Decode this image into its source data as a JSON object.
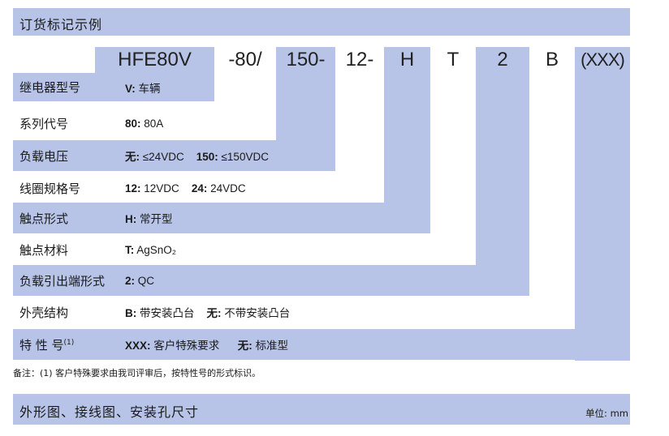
{
  "header": {
    "title": "订货标记示例"
  },
  "codes": [
    {
      "text": "HFE80V"
    },
    {
      "text": "-80/"
    },
    {
      "text": "150-"
    },
    {
      "text": "12-"
    },
    {
      "text": "H"
    },
    {
      "text": "T"
    },
    {
      "text": "2"
    },
    {
      "text": "B"
    },
    {
      "text": "(XXX)"
    }
  ],
  "rows": [
    {
      "label": "继电器型号",
      "items": [
        {
          "code": "V:",
          "text": "车辆"
        }
      ]
    },
    {
      "label": "系列代号",
      "items": [
        {
          "code": "80:",
          "text": "80A"
        }
      ]
    },
    {
      "label": "负载电压",
      "items": [
        {
          "code": "无:",
          "text": "≤24VDC"
        },
        {
          "code": "150:",
          "text": "≤150VDC"
        }
      ]
    },
    {
      "label": "线圈规格号",
      "items": [
        {
          "code": "12:",
          "text": "12VDC"
        },
        {
          "code": "24:",
          "text": "24VDC"
        }
      ]
    },
    {
      "label": "触点形式",
      "items": [
        {
          "code": "H:",
          "text": "常开型"
        }
      ]
    },
    {
      "label": "触点材料",
      "items": [
        {
          "code": "T:",
          "text": "AgSnO₂"
        }
      ]
    },
    {
      "label": "负载引出端形式",
      "items": [
        {
          "code": "2:",
          "text": "QC"
        }
      ]
    },
    {
      "label": "外壳结构",
      "items": [
        {
          "code": "B:",
          "text": "带安装凸台"
        },
        {
          "code": "无:",
          "text": "不带安装凸台"
        }
      ]
    },
    {
      "label": "特 性 号",
      "label_sup": "(1)",
      "items": [
        {
          "code": "XXX:",
          "text": "客户特殊要求"
        },
        {
          "code": "无:",
          "text": "标准型"
        }
      ]
    }
  ],
  "note": "备注：(1) 客户特殊要求由我司评审后，按特性号的形式标识。",
  "section2": {
    "title": "外形图、接线图、安装孔尺寸",
    "unit": "单位: mm"
  }
}
